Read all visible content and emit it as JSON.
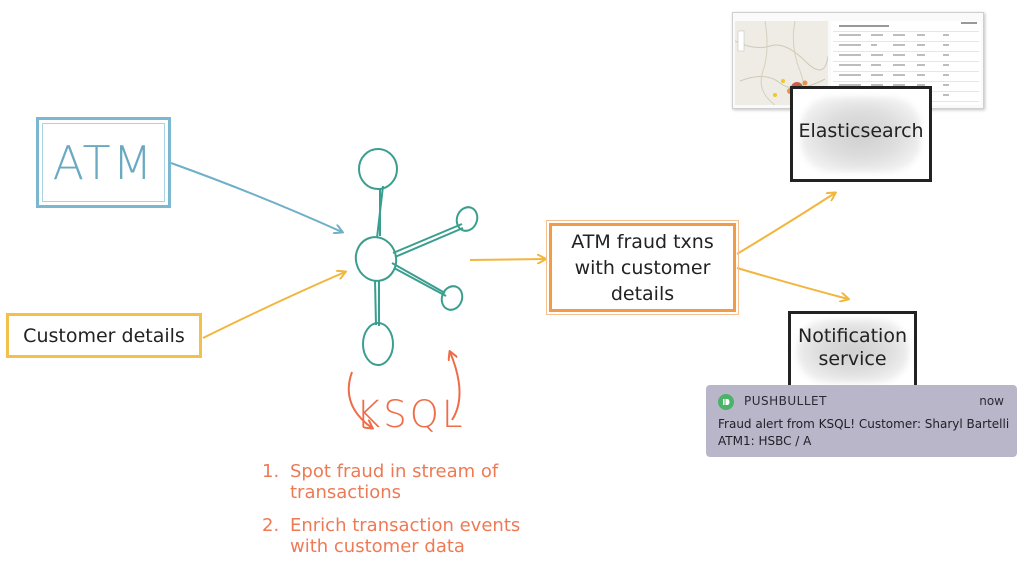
{
  "sources": {
    "atm_label": "ATM",
    "customer_label": "Customer details"
  },
  "processor": {
    "label": "KSQL",
    "notes": [
      {
        "num": "1.",
        "text": "Spot fraud in stream of\ntransactions"
      },
      {
        "num": "2.",
        "text": "Enrich transaction events\nwith customer data"
      }
    ]
  },
  "output": {
    "label": "ATM fraud txns\nwith customer\ndetails"
  },
  "sinks": {
    "elasticsearch_label": "Elasticsearch",
    "notification_label": "Notification\nservice"
  },
  "notification_card": {
    "app": "PUSHBULLET",
    "time": "now",
    "message": "Fraud alert from KSQL! Customer: Sharyl Bartelli\nATM1: HSBC / A"
  },
  "colors": {
    "atm": "#7bb8cf",
    "customer": "#f3c14a",
    "output": "#f19a47",
    "ksql": "#ee6d48",
    "node": "#3a9e8f",
    "pushbullet_green": "#4ab367"
  }
}
